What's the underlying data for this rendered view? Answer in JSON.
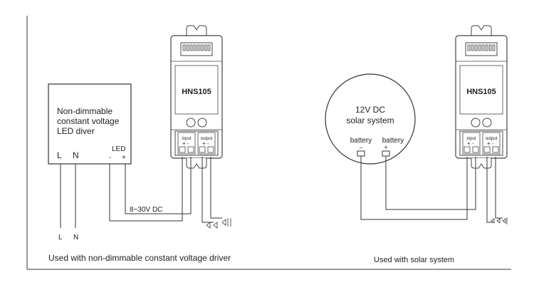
{
  "left": {
    "driver_lines": [
      "Non-dimmable",
      "constant voltage",
      "LED diver"
    ],
    "terminal_L": "L",
    "terminal_N": "N",
    "led_label": "LED",
    "led_minus": "-",
    "led_plus": "+",
    "device_name": "HNS105",
    "input_label": "input",
    "output_label": "output",
    "voltage_label": "8~30V DC",
    "wire_L": "L",
    "wire_N": "N",
    "caption": "Used with non-dimmable constant voltage driver"
  },
  "right": {
    "solar_line1": "12V DC",
    "solar_line2": "solar system",
    "battery_minus_label": "battery",
    "battery_plus_label": "battery",
    "battery_minus_sign": "−",
    "battery_plus_sign": "+",
    "device_name": "HNS105",
    "input_label": "input",
    "output_label": "output",
    "caption": "Used with solar system"
  }
}
